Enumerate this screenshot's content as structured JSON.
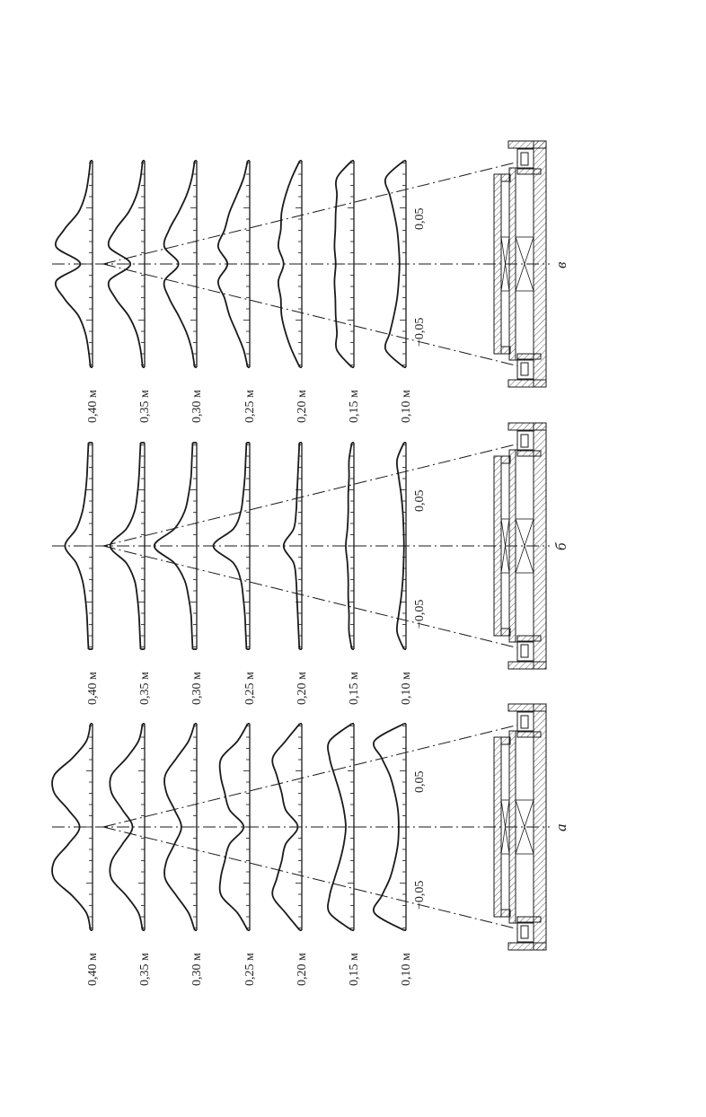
{
  "level_labels": [
    "0,40 м",
    "0,35 м",
    "0,30 м",
    "0,25 м",
    "0,20 м",
    "0,15 м",
    "0,10 м"
  ],
  "tick_labels": {
    "positive": "0,05",
    "negative": "−0,05"
  },
  "line_color": "#1a1a1a",
  "panels": [
    {
      "letter": "а",
      "profiles_relative": [
        [
          0.05,
          0.15,
          0.5,
          0.95,
          0.95,
          0.6,
          0.32,
          0.6,
          0.95,
          0.95,
          0.5,
          0.15,
          0.05
        ],
        [
          0.05,
          0.15,
          0.45,
          0.82,
          0.82,
          0.55,
          0.3,
          0.55,
          0.82,
          0.82,
          0.45,
          0.15,
          0.05
        ],
        [
          0.05,
          0.2,
          0.5,
          0.78,
          0.75,
          0.55,
          0.38,
          0.55,
          0.75,
          0.78,
          0.5,
          0.2,
          0.05
        ],
        [
          0.05,
          0.3,
          0.7,
          0.72,
          0.62,
          0.5,
          0.15,
          0.5,
          0.62,
          0.72,
          0.7,
          0.3,
          0.05
        ],
        [
          0.05,
          0.4,
          0.72,
          0.62,
          0.5,
          0.4,
          0.1,
          0.4,
          0.5,
          0.62,
          0.72,
          0.4,
          0.05
        ],
        [
          0.05,
          0.6,
          0.6,
          0.48,
          0.35,
          0.25,
          0.2,
          0.25,
          0.35,
          0.48,
          0.6,
          0.6,
          0.05
        ],
        [
          0.05,
          0.78,
          0.6,
          0.4,
          0.28,
          0.2,
          0.18,
          0.2,
          0.28,
          0.4,
          0.6,
          0.78,
          0.05
        ]
      ]
    },
    {
      "letter": "б",
      "profiles_relative": [
        [
          0.1,
          0.12,
          0.14,
          0.18,
          0.25,
          0.4,
          0.68,
          0.4,
          0.25,
          0.18,
          0.14,
          0.12,
          0.1
        ],
        [
          0.1,
          0.12,
          0.14,
          0.18,
          0.25,
          0.45,
          0.85,
          0.45,
          0.25,
          0.18,
          0.14,
          0.12,
          0.1
        ],
        [
          0.1,
          0.12,
          0.14,
          0.2,
          0.3,
          0.55,
          1.05,
          0.55,
          0.3,
          0.2,
          0.14,
          0.12,
          0.1
        ],
        [
          0.08,
          0.1,
          0.12,
          0.16,
          0.22,
          0.4,
          0.9,
          0.4,
          0.22,
          0.16,
          0.12,
          0.1,
          0.08
        ],
        [
          0.06,
          0.08,
          0.1,
          0.12,
          0.14,
          0.2,
          0.45,
          0.2,
          0.14,
          0.12,
          0.1,
          0.08,
          0.06
        ],
        [
          0.05,
          0.12,
          0.12,
          0.14,
          0.14,
          0.16,
          0.2,
          0.16,
          0.14,
          0.14,
          0.12,
          0.12,
          0.05
        ],
        [
          0.05,
          0.22,
          0.18,
          0.12,
          0.08,
          0.06,
          0.05,
          0.06,
          0.08,
          0.12,
          0.18,
          0.22,
          0.05
        ]
      ]
    },
    {
      "letter": "в",
      "profiles_relative": [
        [
          0.05,
          0.1,
          0.18,
          0.35,
          0.7,
          0.9,
          0.3,
          0.9,
          0.7,
          0.35,
          0.18,
          0.1,
          0.05
        ],
        [
          0.05,
          0.1,
          0.2,
          0.4,
          0.72,
          0.88,
          0.35,
          0.88,
          0.72,
          0.4,
          0.2,
          0.1,
          0.05
        ],
        [
          0.05,
          0.12,
          0.25,
          0.45,
          0.68,
          0.8,
          0.45,
          0.8,
          0.68,
          0.45,
          0.25,
          0.12,
          0.05
        ],
        [
          0.05,
          0.15,
          0.32,
          0.5,
          0.62,
          0.78,
          0.55,
          0.78,
          0.62,
          0.5,
          0.32,
          0.15,
          0.05
        ],
        [
          0.05,
          0.25,
          0.4,
          0.5,
          0.52,
          0.58,
          0.45,
          0.58,
          0.52,
          0.5,
          0.4,
          0.25,
          0.05
        ],
        [
          0.05,
          0.42,
          0.42,
          0.45,
          0.46,
          0.48,
          0.45,
          0.48,
          0.46,
          0.45,
          0.42,
          0.42,
          0.05
        ],
        [
          0.05,
          0.5,
          0.4,
          0.3,
          0.22,
          0.18,
          0.16,
          0.18,
          0.22,
          0.3,
          0.4,
          0.5,
          0.05
        ]
      ]
    }
  ]
}
